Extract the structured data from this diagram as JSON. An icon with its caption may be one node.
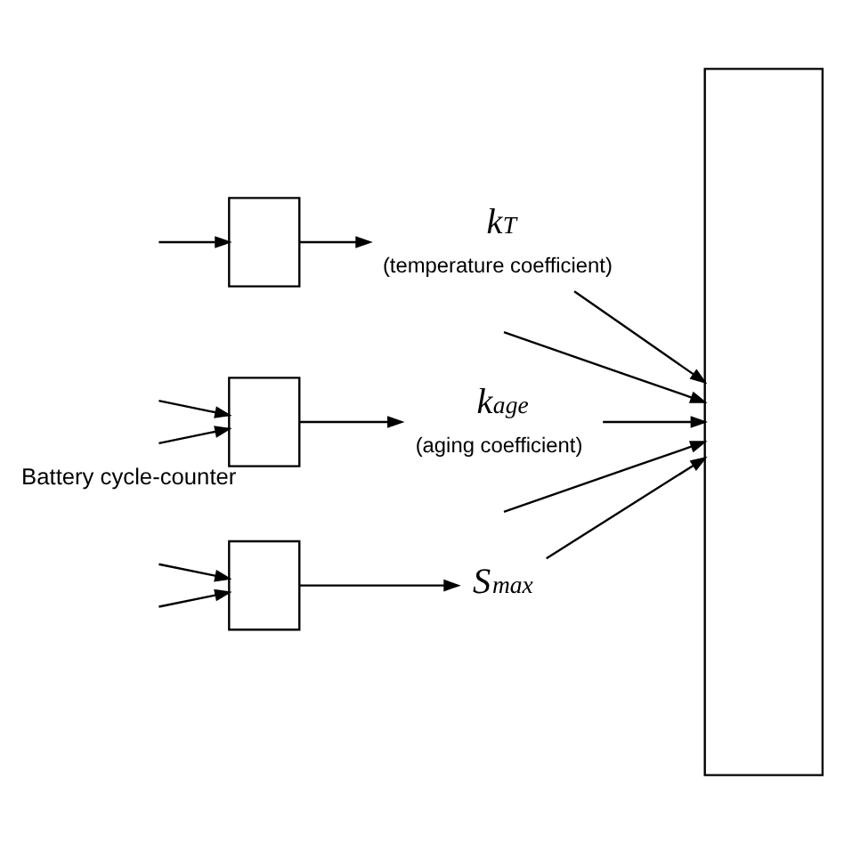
{
  "diagram": {
    "nodes": [
      {
        "text": [],
        "shape": "box"
      },
      {
        "text": [
          "k$_{T}$"
        ],
        "beside": [
          "(temperature coefficient)"
        ]
      },
      {
        "text": [],
        "shape": "box",
        "beside": [
          "Battery cycle-counter"
        ]
      },
      {
        "text": [
          "k$_{age}$"
        ],
        "beside": [
          "(aging coefficient)"
        ]
      },
      {
        "text": [],
        "shape": "box"
      },
      {
        "text": [
          "S$_{max}$"
        ]
      },
      {
        "text": [],
        "shape": "box"
      }
    ],
    "edges": [
      {
        "from": null,
        "to": 0,
        "arrow": "to"
      },
      {
        "from": 0,
        "to": 1,
        "arrow": "to"
      },
      {
        "from": 1,
        "to": 6,
        "arrow": "to"
      },
      {
        "from": null,
        "to": 6,
        "arrow": "to"
      },
      {
        "from": null,
        "to": 2,
        "arrow": "to"
      },
      {
        "from": null,
        "to": 2,
        "arrow": "to"
      },
      {
        "from": 2,
        "to": 3,
        "arrow": "to"
      },
      {
        "from": 3,
        "to": 6,
        "arrow": "to"
      },
      {
        "from": null,
        "to": 6,
        "arrow": "to"
      },
      {
        "from": null,
        "to": 4,
        "arrow": "to"
      },
      {
        "from": null,
        "to": 4,
        "arrow": "to"
      },
      {
        "from": 4,
        "to": 5,
        "arrow": "to"
      },
      {
        "from": 5,
        "to": 6,
        "arrow": "to"
      }
    ]
  }
}
